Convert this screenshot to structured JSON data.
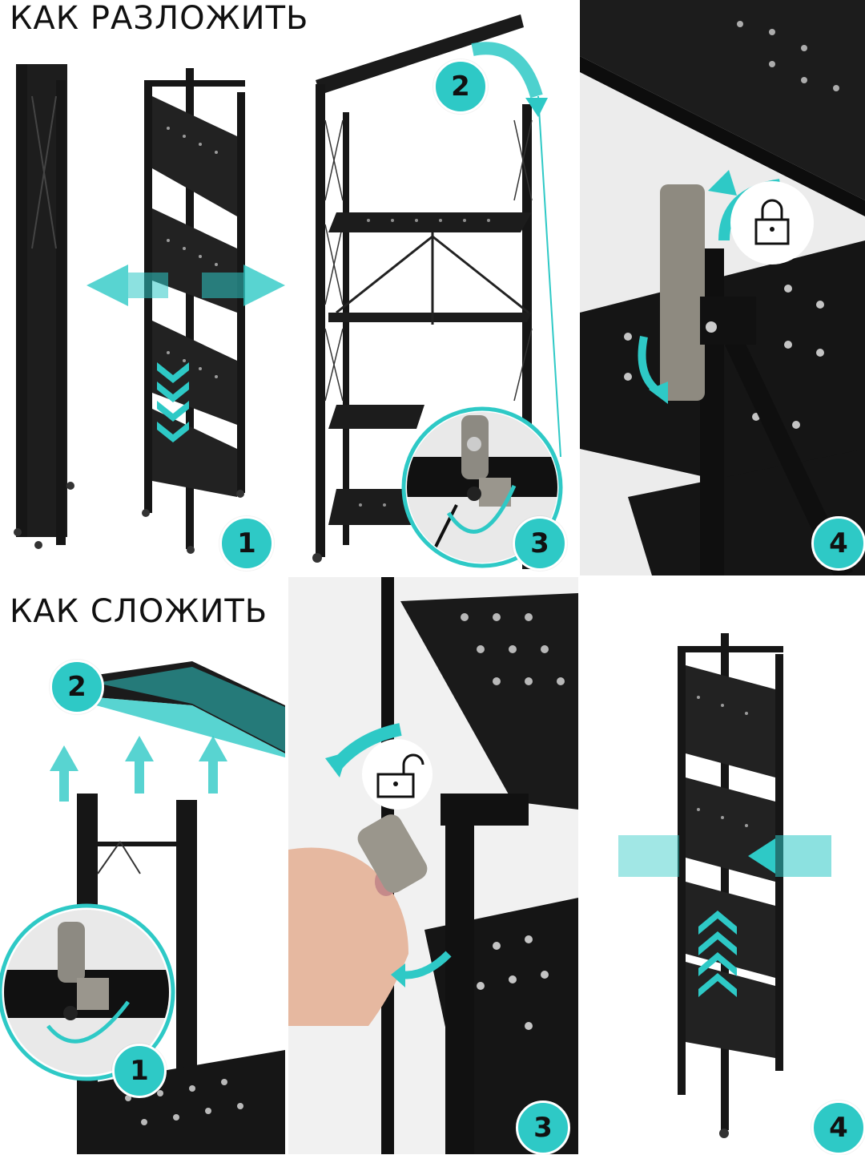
{
  "headings": {
    "unfold": "КАК РАЗЛОЖИТЬ",
    "fold": "КАК СЛОЖИТЬ"
  },
  "steps_unfold": [
    "1",
    "2",
    "3",
    "4"
  ],
  "steps_fold": [
    "1",
    "2",
    "3",
    "4"
  ],
  "icons": {
    "lock": "lock-icon",
    "unlock": "unlock-icon",
    "arrow": "arrow-icon"
  },
  "colors": {
    "accent": "#2ec9c6",
    "metal": "#161616",
    "background": "#ffffff"
  }
}
